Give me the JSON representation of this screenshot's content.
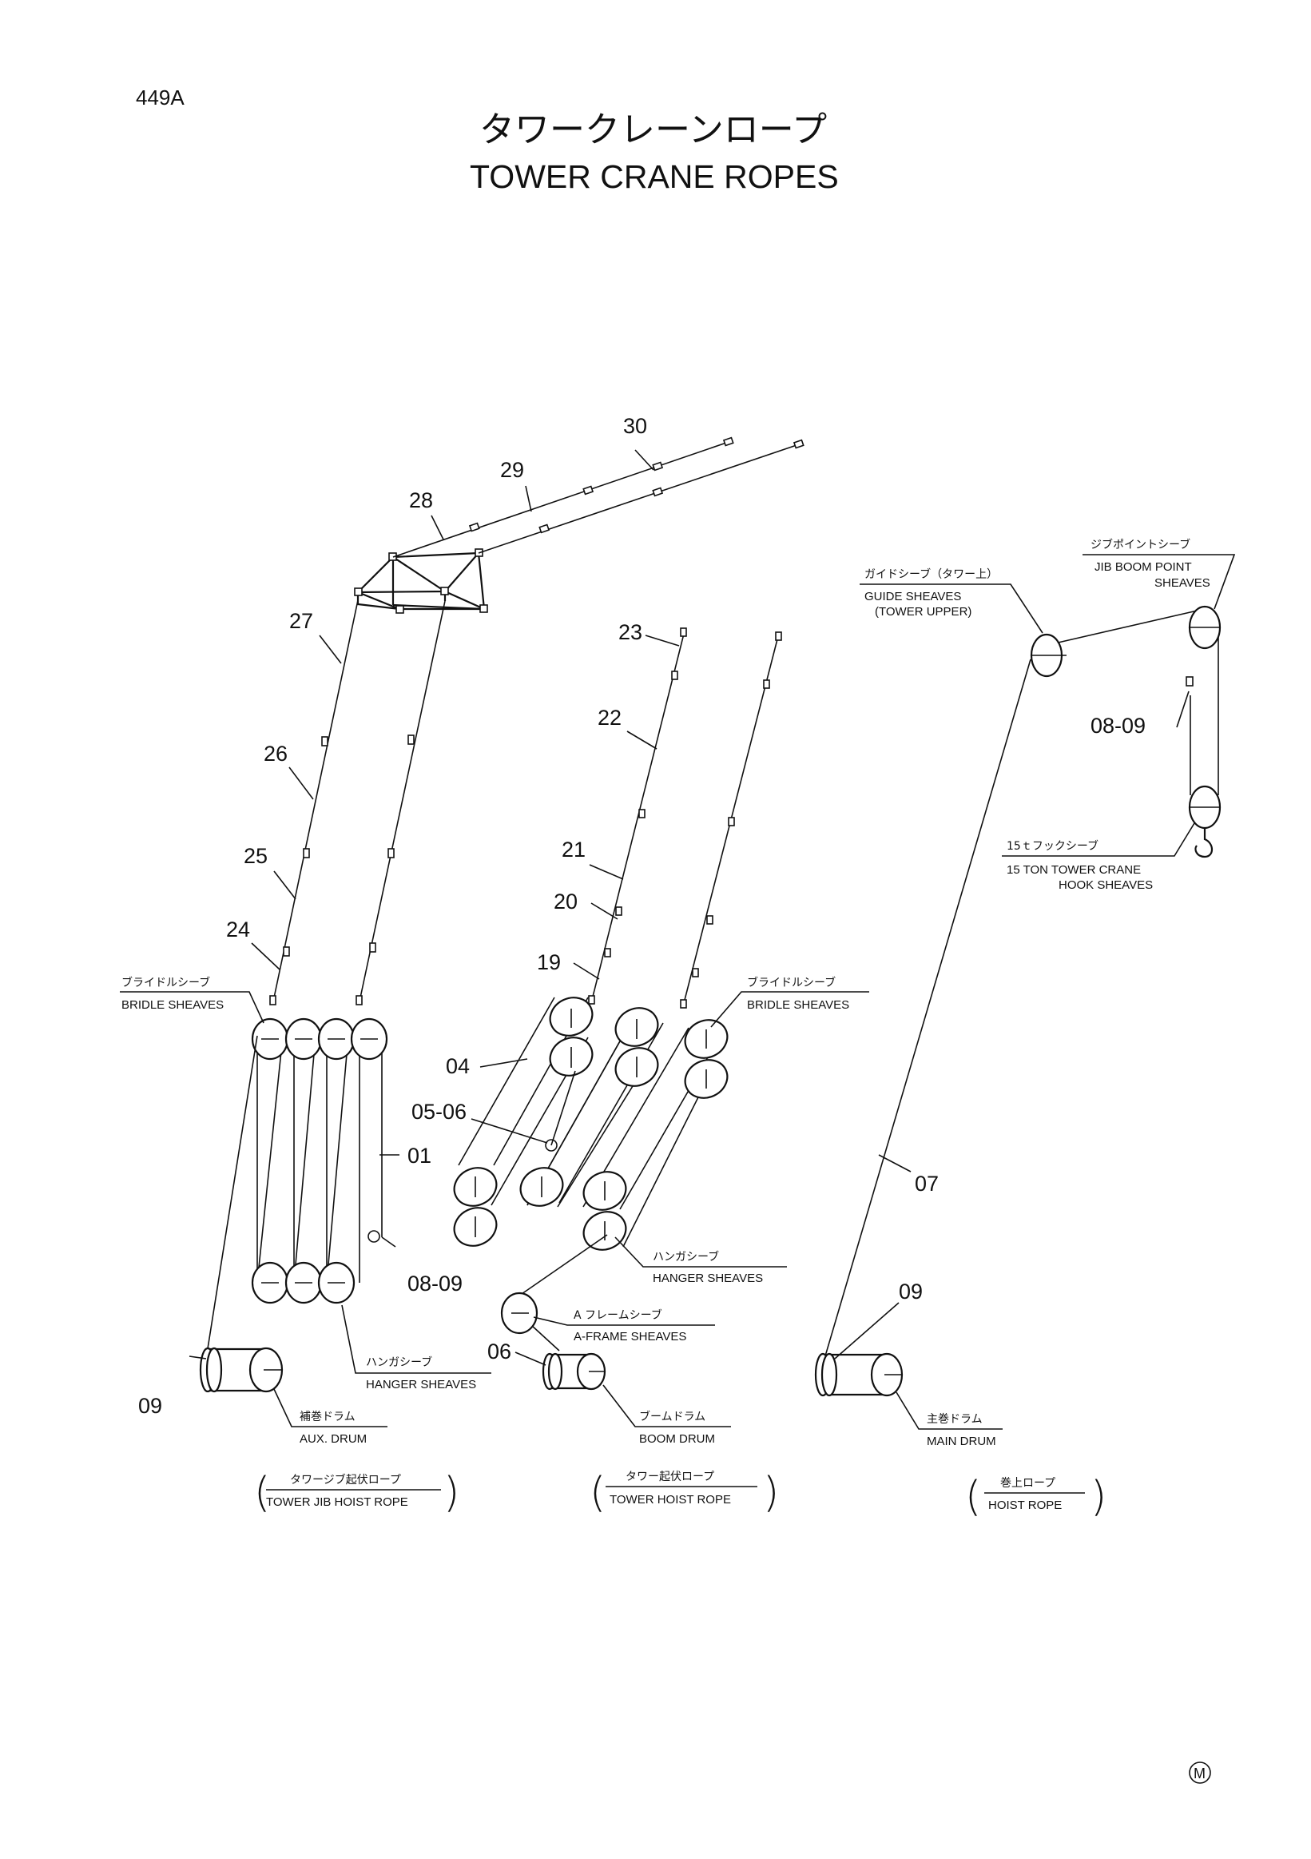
{
  "page_code": "449A",
  "title_jp": "タワークレーンロープ",
  "title_en": "TOWER CRANE ROPES",
  "part_numbers": {
    "n30": "30",
    "n29": "29",
    "n28": "28",
    "n27": "27",
    "n26": "26",
    "n25": "25",
    "n24": "24",
    "n23": "23",
    "n22": "22",
    "n21": "21",
    "n20": "20",
    "n19": "19",
    "n04": "04",
    "n05_06": "05-06",
    "n01": "01",
    "n08_09_left": "08-09",
    "n09_left": "09",
    "n06": "06",
    "n07": "07",
    "n08_09_right": "08-09",
    "n09_right": "09"
  },
  "labels": {
    "bridle_left": {
      "jp": "ブライドルシーブ",
      "en": "BRIDLE SHEAVES"
    },
    "bridle_mid": {
      "jp": "ブライドルシーブ",
      "en": "BRIDLE SHEAVES"
    },
    "hanger_left": {
      "jp": "ハンガシーブ",
      "en": "HANGER SHEAVES"
    },
    "hanger_mid": {
      "jp": "ハンガシーブ",
      "en": "HANGER SHEAVES"
    },
    "aframe": {
      "jp": "A フレームシーブ",
      "en": "A-FRAME SHEAVES"
    },
    "aux_drum": {
      "jp": "補巻ドラム",
      "en": "AUX. DRUM"
    },
    "boom_drum": {
      "jp": "ブームドラム",
      "en": "BOOM DRUM"
    },
    "main_drum": {
      "jp": "主巻ドラム",
      "en": "MAIN DRUM"
    },
    "guide": {
      "jp": "ガイドシーブ（タワー上）",
      "en1": "GUIDE SHEAVES",
      "en2": "(TOWER UPPER)"
    },
    "jib_point": {
      "jp": "ジブポイントシーブ",
      "en1": "JIB BOOM POINT",
      "en2": "SHEAVES"
    },
    "hook": {
      "jp": "15ｔフックシーブ",
      "en1": "15 TON TOWER CRANE",
      "en2": "HOOK SHEAVES"
    }
  },
  "groups": {
    "jib_hoist": {
      "jp": "タワージブ起伏ロープ",
      "en": "TOWER JIB HOIST ROPE"
    },
    "tower_hoist": {
      "jp": "タワー起伏ロープ",
      "en": "TOWER HOIST ROPE"
    },
    "hoist": {
      "jp": "巻上ロープ",
      "en": "HOIST ROPE"
    }
  },
  "mark": "M"
}
